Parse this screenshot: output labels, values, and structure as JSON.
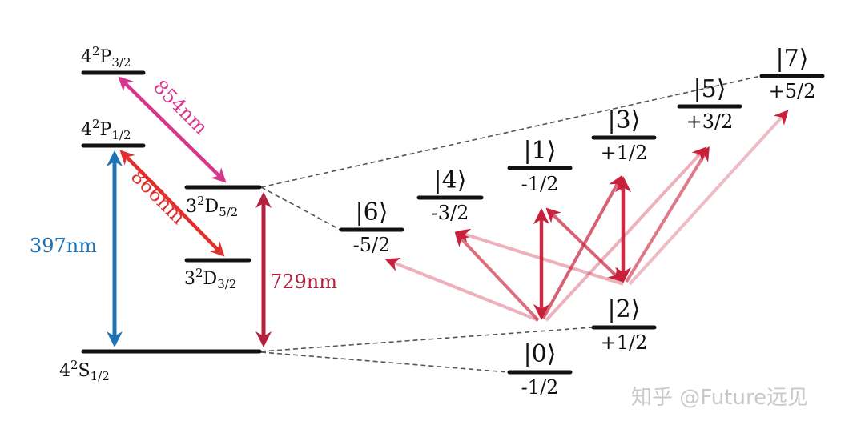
{
  "levels": {
    "p32": {
      "main": "4",
      "sup": "2",
      "letter": "P",
      "sub": "3/2"
    },
    "p12": {
      "main": "4",
      "sup": "2",
      "letter": "P",
      "sub": "1/2"
    },
    "d52": {
      "main": "3",
      "sup": "2",
      "letter": "D",
      "sub": "5/2"
    },
    "d32": {
      "main": "3",
      "sup": "2",
      "letter": "D",
      "sub": "3/2"
    },
    "s12": {
      "main": "4",
      "sup": "2",
      "letter": "S",
      "sub": "1/2"
    }
  },
  "transitions": {
    "t397": {
      "label": "397nm",
      "color": "#1f72b4"
    },
    "t854": {
      "label": "854nm",
      "color": "#d9358e"
    },
    "t866": {
      "label": "866nm",
      "color": "#e0302e"
    },
    "t729": {
      "label": "729nm",
      "color": "#b3213c"
    }
  },
  "sublevels": [
    {
      "ket": "|0⟩",
      "mj": "-1/2"
    },
    {
      "ket": "|1⟩",
      "mj": "-1/2"
    },
    {
      "ket": "|2⟩",
      "mj": "+1/2"
    },
    {
      "ket": "|3⟩",
      "mj": "+1/2"
    },
    {
      "ket": "|4⟩",
      "mj": "-3/2"
    },
    {
      "ket": "|5⟩",
      "mj": "+3/2"
    },
    {
      "ket": "|6⟩",
      "mj": "-5/2"
    },
    {
      "ket": "|7⟩",
      "mj": "+5/2"
    }
  ],
  "qubit_arrow_color": "#c8203a",
  "watermark": "知乎 @Future远见"
}
